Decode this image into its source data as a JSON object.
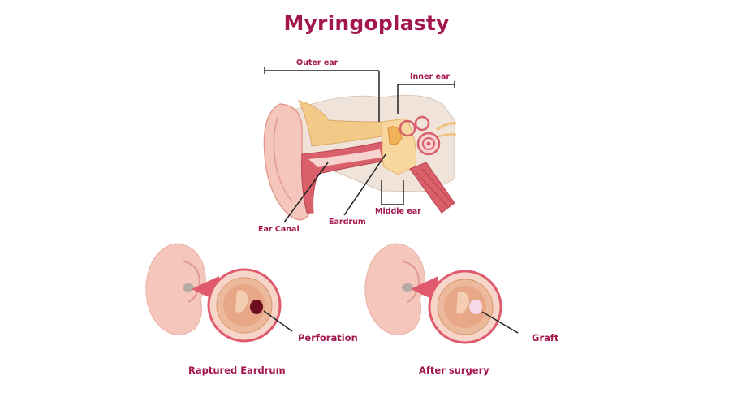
{
  "title": "Myringoplasty",
  "labels": {
    "outer_ear": "Outer ear",
    "inner_ear": "Inner ear",
    "middle_ear": "Middle ear",
    "ear_canal": "Ear Canal",
    "eardrum": "Eardrum",
    "perforation": "Perforation",
    "graft": "Graft",
    "raptured_eardrum": "Raptured Eardrum",
    "after_surgery": "After surgery"
  },
  "colors": {
    "title": "#a3174f",
    "skin": "#f5c7bc",
    "skin_dark": "#e9a99c",
    "canal_red": "#d9606a",
    "bone_beige": "#efe3da",
    "cochlea": "#f0c27b",
    "ring": "#e05a6e",
    "perforation": "#6e0f1f",
    "graft": "#f7d8e8"
  }
}
